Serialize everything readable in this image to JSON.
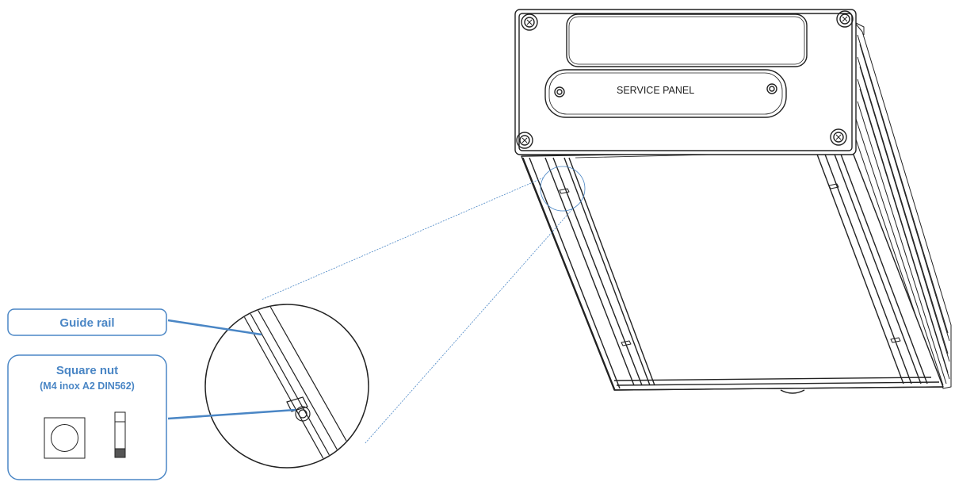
{
  "callouts": {
    "guide_rail": {
      "label": "Guide rail"
    },
    "square_nut": {
      "title": "Square nut",
      "spec": "(M4 inox A2 DIN562)"
    }
  },
  "enclosure": {
    "panel_label": "SERVICE PANEL"
  },
  "colors": {
    "accent": "#4a86c5",
    "line": "#222222",
    "background": "#ffffff"
  }
}
